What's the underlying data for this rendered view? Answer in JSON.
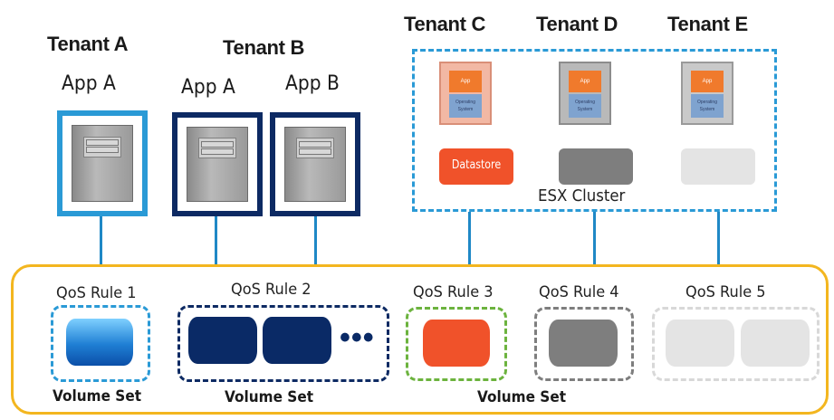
{
  "tenants": [
    {
      "id": "a",
      "label": "Tenant A"
    },
    {
      "id": "b",
      "label": "Tenant B"
    },
    {
      "id": "c",
      "label": "Tenant C"
    },
    {
      "id": "d",
      "label": "Tenant D"
    },
    {
      "id": "e",
      "label": "Tenant E"
    }
  ],
  "apps": [
    {
      "label": "App A",
      "tenant": "Tenant A"
    },
    {
      "label": "App A",
      "tenant": "Tenant B"
    },
    {
      "label": "App B",
      "tenant": "Tenant B"
    }
  ],
  "vms": [
    {
      "app_label": "App",
      "os_label": "Operating System",
      "tenant": "Tenant C"
    },
    {
      "app_label": "App",
      "os_label": "Operating System",
      "tenant": "Tenant D"
    },
    {
      "app_label": "App",
      "os_label": "Operating System",
      "tenant": "Tenant E"
    }
  ],
  "datastore_label": "Datastore",
  "cluster_label": "ESX Cluster",
  "qos_rules": [
    {
      "label": "QoS Rule 1"
    },
    {
      "label": "QoS Rule 2"
    },
    {
      "label": "QoS Rule 3"
    },
    {
      "label": "QoS Rule 4"
    },
    {
      "label": "QoS Rule 5"
    }
  ],
  "volume_set_labels": [
    "Volume Set",
    "Volume Set",
    "Volume Set"
  ],
  "colors": {
    "tenant_a_frame": "#2a9ad6",
    "tenant_b_frame": "#0d2a63",
    "connector": "#1f88c6",
    "storage_border": "#f3b61f",
    "rule1_volume": "#1f7fd4",
    "rule2_volume": "#0a2a66",
    "rule3_volume": "#f0522a",
    "rule3_border": "#6cb33e",
    "rule4_volume": "#7e7e7e",
    "rule5_volume": "#e4e4e4",
    "cluster_border": "#2a9ad6"
  }
}
